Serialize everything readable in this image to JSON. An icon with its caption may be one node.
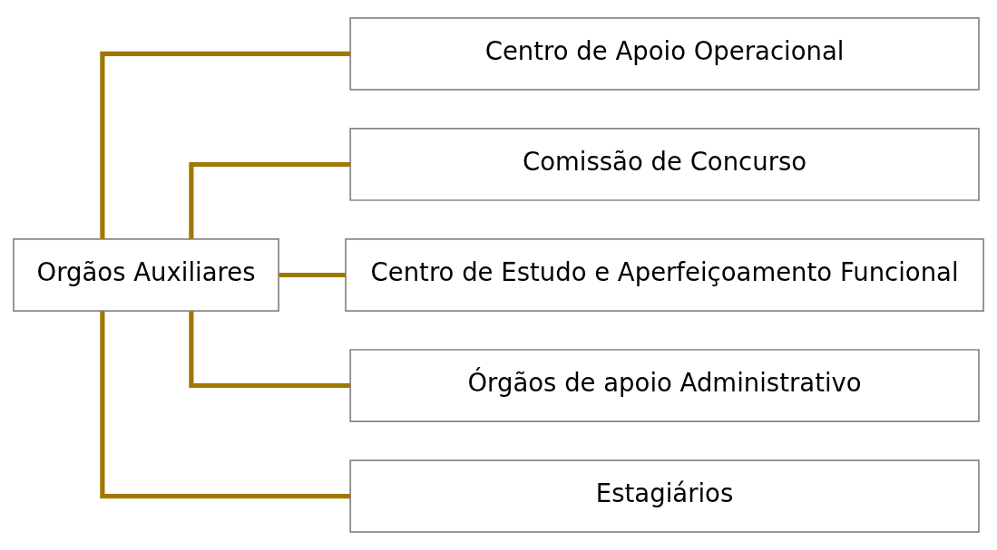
{
  "diagram": {
    "nodes": [
      {
        "text": [
          "Orgãos Auxiliares"
        ]
      },
      {
        "text": [
          "Centro de Apoio Operacional"
        ]
      },
      {
        "text": [
          "Comissão de Concurso"
        ]
      },
      {
        "text": [
          "Centro de Estudo e Aperfeiçoamento Funcional"
        ]
      },
      {
        "text": [
          "Órgãos de apoio Administrativo"
        ]
      },
      {
        "text": [
          "Estagiários"
        ]
      }
    ],
    "edges": [
      {
        "from": 0,
        "to": 1,
        "arrow": "none"
      },
      {
        "from": 0,
        "to": 2,
        "arrow": "none"
      },
      {
        "from": 0,
        "to": 3,
        "arrow": "none"
      },
      {
        "from": 0,
        "to": 4,
        "arrow": "none"
      },
      {
        "from": 0,
        "to": 5,
        "arrow": "none"
      }
    ]
  }
}
